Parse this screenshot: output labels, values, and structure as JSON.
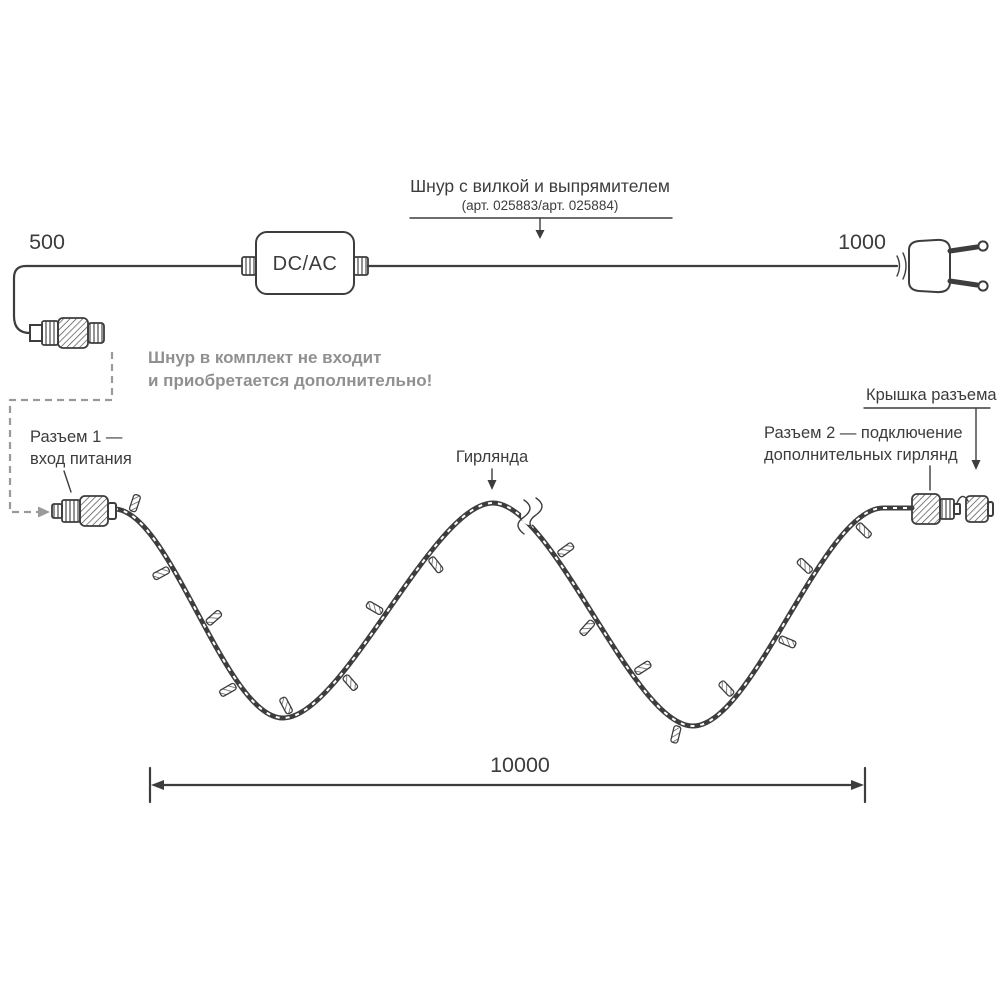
{
  "labels": {
    "cord_title": "Шнур с вилкой и выпрямителем",
    "cord_subtitle": "(арт. 025883/арт. 025884)",
    "dim_left": "500",
    "dim_right": "1000",
    "dim_garland": "10000",
    "converter": "DC/AC",
    "note_line1": "Шнур в комплект не входит",
    "note_line2": "и приобретается дополнительно!",
    "conn1_line1": "Разъем 1 —",
    "conn1_line2": "вход питания",
    "garland": "Гирлянда",
    "cap": "Крышка разъема",
    "conn2_line1": "Разъем 2 — подключение",
    "conn2_line2": "дополнительных гирлянд"
  },
  "colors": {
    "line": "#3d3d3d",
    "text": "#3c3c3b",
    "note": "#8f9091",
    "dashed": "#9a9a9a"
  }
}
